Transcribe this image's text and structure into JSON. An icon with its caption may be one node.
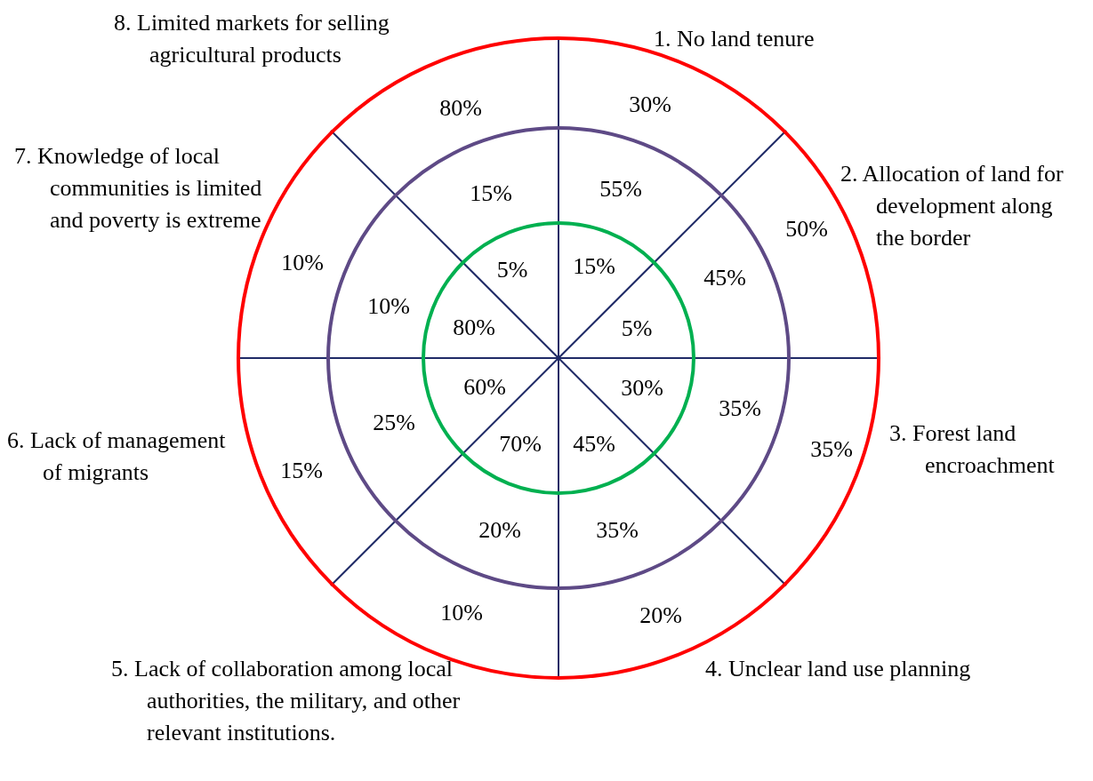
{
  "diagram": {
    "labels": [
      "1. No land tenure",
      "2. Allocation of land for development along the border",
      "3. Forest land encroachment",
      "4. Unclear land use planning",
      "5. Lack of collaboration among local authorities, the military, and other relevant institutions.",
      "6. Lack of management of migrants",
      "7. Knowledge of local communities is limited and poverty is extreme",
      "8. Limited markets for selling agricultural products",
      "30%",
      "55%",
      "15%",
      "50%",
      "45%",
      "5%",
      "35%",
      "35%",
      "30%",
      "20%",
      "35%",
      "45%",
      "10%",
      "20%",
      "70%",
      "15%",
      "25%",
      "60%",
      "10%",
      "10%",
      "80%",
      "80%",
      "15%",
      "5%"
    ]
  }
}
